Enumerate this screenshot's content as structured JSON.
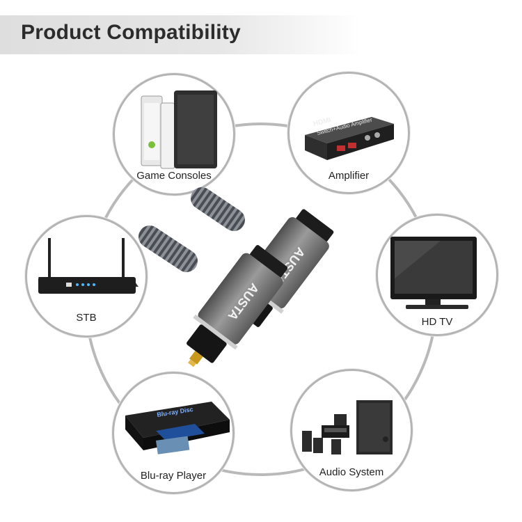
{
  "header": {
    "title": "Product Compatibility"
  },
  "devices": [
    {
      "label": "Game Consoles",
      "icon": "game-console-icon"
    },
    {
      "label": "Amplifier",
      "icon": "amplifier-icon"
    },
    {
      "label": "STB",
      "icon": "set-top-box-icon"
    },
    {
      "label": "HD TV",
      "icon": "tv-icon"
    },
    {
      "label": "Blu-ray Player",
      "icon": "blu-ray-player-icon"
    },
    {
      "label": "Audio System",
      "icon": "speaker-system-icon"
    }
  ],
  "product": {
    "brand": "AUSTA",
    "image": "optical-audio-cable",
    "colors": {
      "plug_body": "#707070",
      "braid": "#555a60",
      "tip": "#d4a62a"
    }
  },
  "device_printed_text": {
    "amplifier_logo": "HDMI",
    "amplifier_model": "Switch+Audio Amplifier",
    "bluray_logo": "Blu-ray Disc"
  }
}
